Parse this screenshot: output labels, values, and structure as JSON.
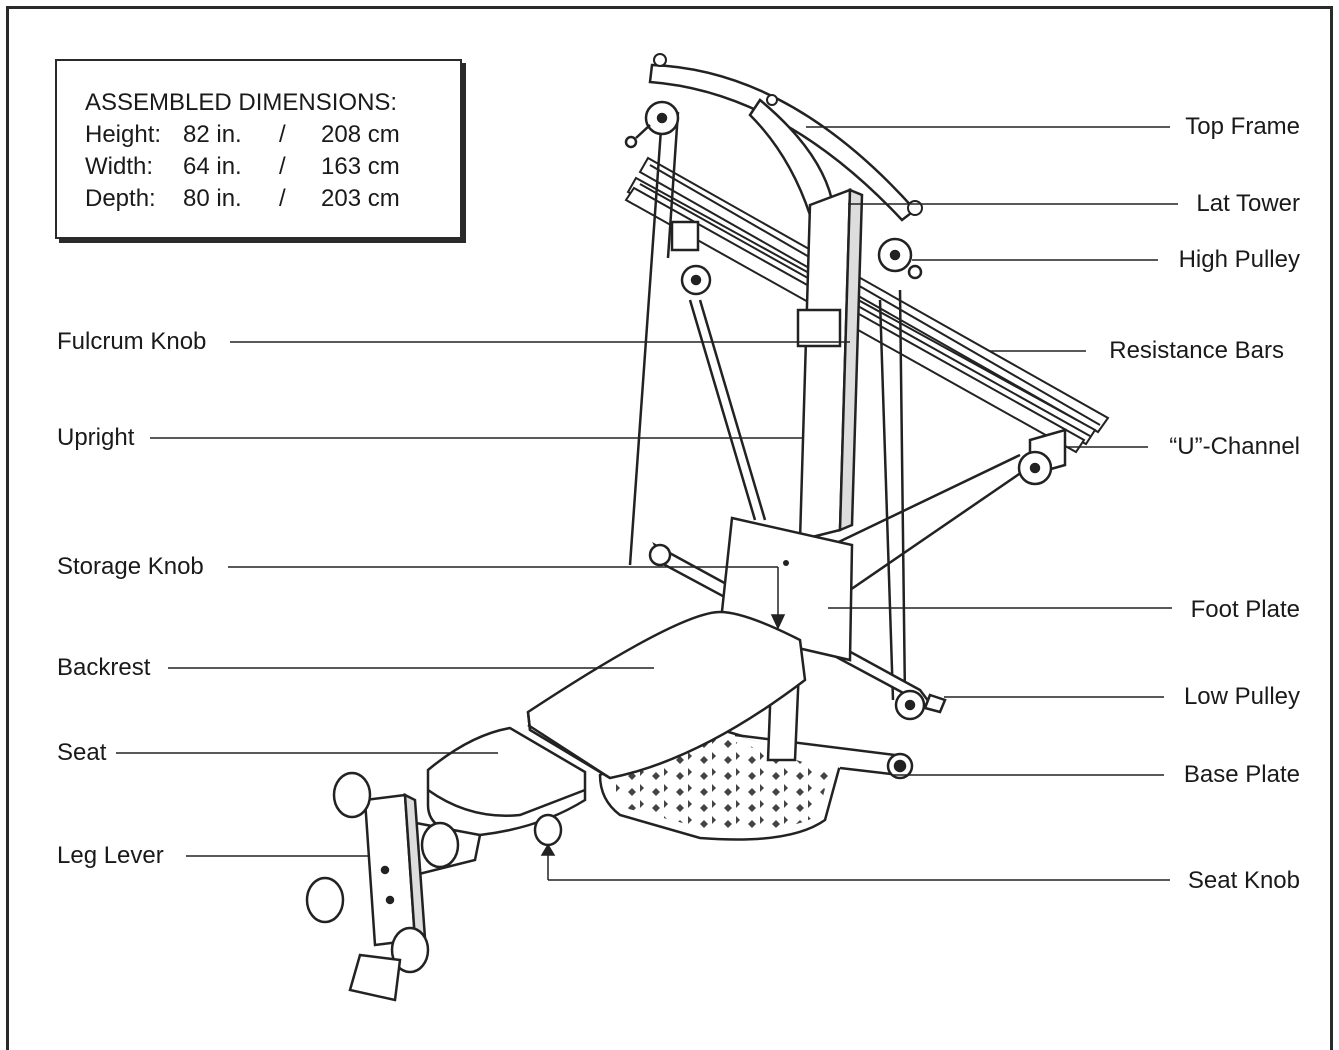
{
  "dimensions_box": {
    "title": "ASSEMBLED DIMENSIONS:",
    "rows": [
      {
        "name": "Height:",
        "imperial": "82 in.",
        "sep": "/",
        "metric": "208 cm"
      },
      {
        "name": "Width:",
        "imperial": "64 in.",
        "sep": "/",
        "metric": "163 cm"
      },
      {
        "name": "Depth:",
        "imperial": "80 in.",
        "sep": "/",
        "metric": "203 cm"
      }
    ]
  },
  "labels_left": {
    "fulcrum_knob": "Fulcrum Knob",
    "upright": "Upright",
    "storage_knob": "Storage Knob",
    "backrest": "Backrest",
    "seat": "Seat",
    "leg_lever": "Leg Lever"
  },
  "labels_right": {
    "top_frame": "Top Frame",
    "lat_tower": "Lat Tower",
    "high_pulley": "High Pulley",
    "resistance_bars": "Resistance Bars",
    "u_channel": "“U”-Channel",
    "foot_plate": "Foot Plate",
    "low_pulley": "Low Pulley",
    "base_plate": "Base Plate",
    "seat_knob": "Seat Knob"
  }
}
